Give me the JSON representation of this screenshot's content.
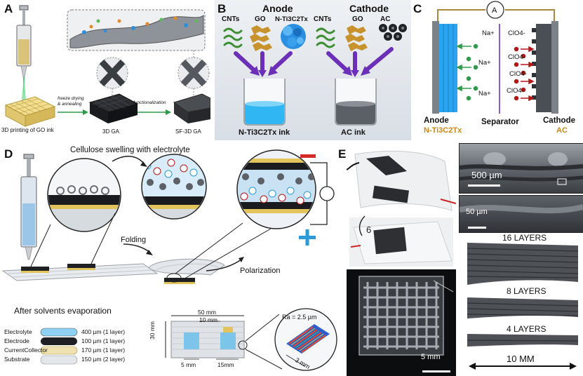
{
  "panels": {
    "A": {
      "label": "A",
      "step1": "3D printing of GO ink",
      "arrow1": "freeze drying\n& annealing",
      "step2": "3D GA",
      "arrow2": "functionalization",
      "step3": "SF-3D GA"
    },
    "B": {
      "label": "B",
      "anode_title": "Anode",
      "cathode_title": "Cathode",
      "anode_items": [
        "CNTs",
        "GO",
        "N-Ti3C2Tx"
      ],
      "cathode_items": [
        "CNTs",
        "GO",
        "AC"
      ],
      "anode_ink": "N-Ti3C2Tx ink",
      "cathode_ink": "AC ink"
    },
    "C": {
      "label": "C",
      "meter": "A",
      "ions_na": [
        "Na+",
        "Na+",
        "Na+"
      ],
      "ions_clo4": [
        "ClO4-",
        "ClO4-",
        "ClO4-",
        "ClO4-"
      ],
      "anode_label": "Anode",
      "anode_material": "N-Ti3C2Tx",
      "separator_label": "Separator",
      "cathode_label": "Cathode",
      "cathode_material": "AC"
    },
    "D": {
      "label": "D",
      "swelling": "Cellulose swelling with electrolyte",
      "folding": "Folding",
      "polarization": "Polarization",
      "evaporation_title": "After solvents evaporation",
      "layers": [
        {
          "name": "Electrolyte",
          "value": "400 µm (1 layer)"
        },
        {
          "name": "Electrode",
          "value": "100 µm (1 layer)"
        },
        {
          "name": "CurrentCollector",
          "value": "170 µm (1 layer)"
        },
        {
          "name": "Substrate",
          "value": "150 µm (2 layer)"
        }
      ],
      "dim_width": "50 mm",
      "dim_gap": "10 mm",
      "dim_height": "30 mm",
      "dim_small": "5 mm",
      "dim_mid": "15mm",
      "roughness": "Ra = 2.5 µm",
      "roughness_scale": "3 mm"
    },
    "E": {
      "label": "E",
      "device_number": "6",
      "scale_bottom": "5 mm",
      "sem_scale1": "500 µm",
      "sem_scale2": "50 µm",
      "layers16": "16 LAYERS",
      "layers8": "8 LAYERS",
      "layers4": "4 LAYERS",
      "scale_right": "10 MM"
    }
  },
  "colors": {
    "anode_blue": "#2fa8f0",
    "cathode_gray": "#4a4f56",
    "accent_orange": "#c8871a",
    "arrow_purple": "#6b2fb8",
    "na_green": "#2e9a4a",
    "clo4_red": "#b01818",
    "minus_red": "#d42a2a",
    "plus_blue": "#2a9ad8"
  }
}
